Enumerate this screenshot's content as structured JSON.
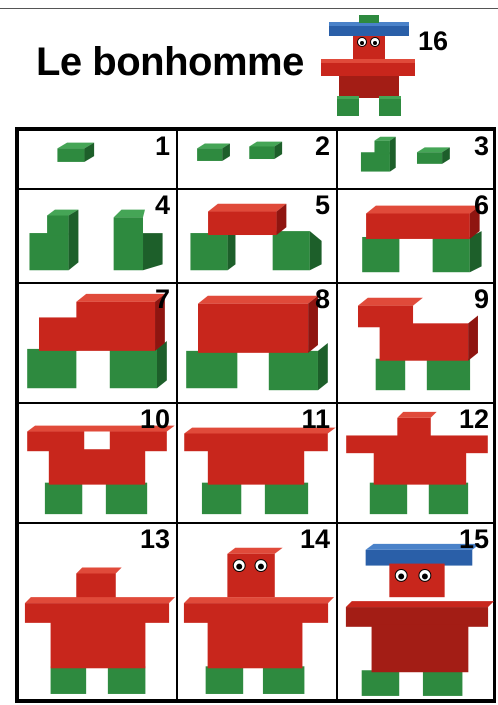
{
  "title": "Le bonhomme",
  "final_step_number": "16",
  "steps": [
    "1",
    "2",
    "3",
    "4",
    "5",
    "6",
    "7",
    "8",
    "9",
    "10",
    "11",
    "12",
    "13",
    "14",
    "15"
  ],
  "colors": {
    "red": "#c8261c",
    "red_side": "#8f1510",
    "red_top": "#e04a3a",
    "green": "#2e8a3f",
    "green_side": "#1d5f2a",
    "green_top": "#45a556",
    "blue": "#2a5fa8",
    "blue_side": "#1c3f74",
    "blue_top": "#4a82c9"
  }
}
